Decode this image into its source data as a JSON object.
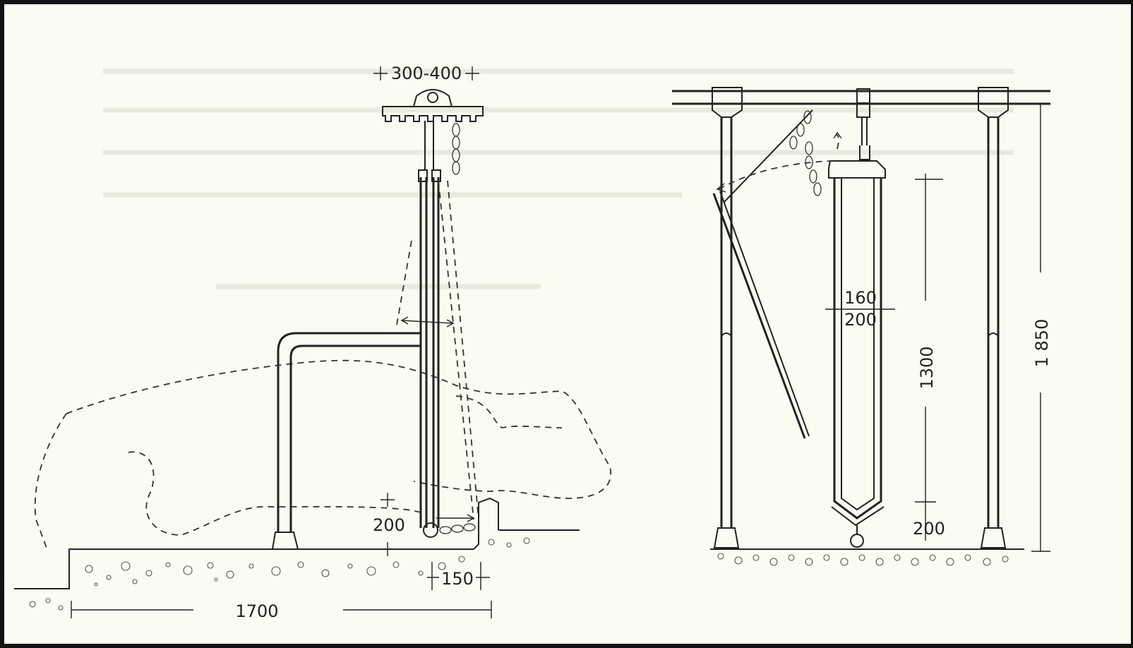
{
  "left_view": {
    "dimensions": {
      "top_width": "300-400",
      "chain_height": "200",
      "curb_width": "150",
      "stall_length": "1700"
    }
  },
  "right_view": {
    "dimensions": {
      "sack_width": "160",
      "sack_width_alt": "200",
      "sack_length": "1300",
      "floor_clearance": "200",
      "frame_height": "1 850"
    }
  }
}
